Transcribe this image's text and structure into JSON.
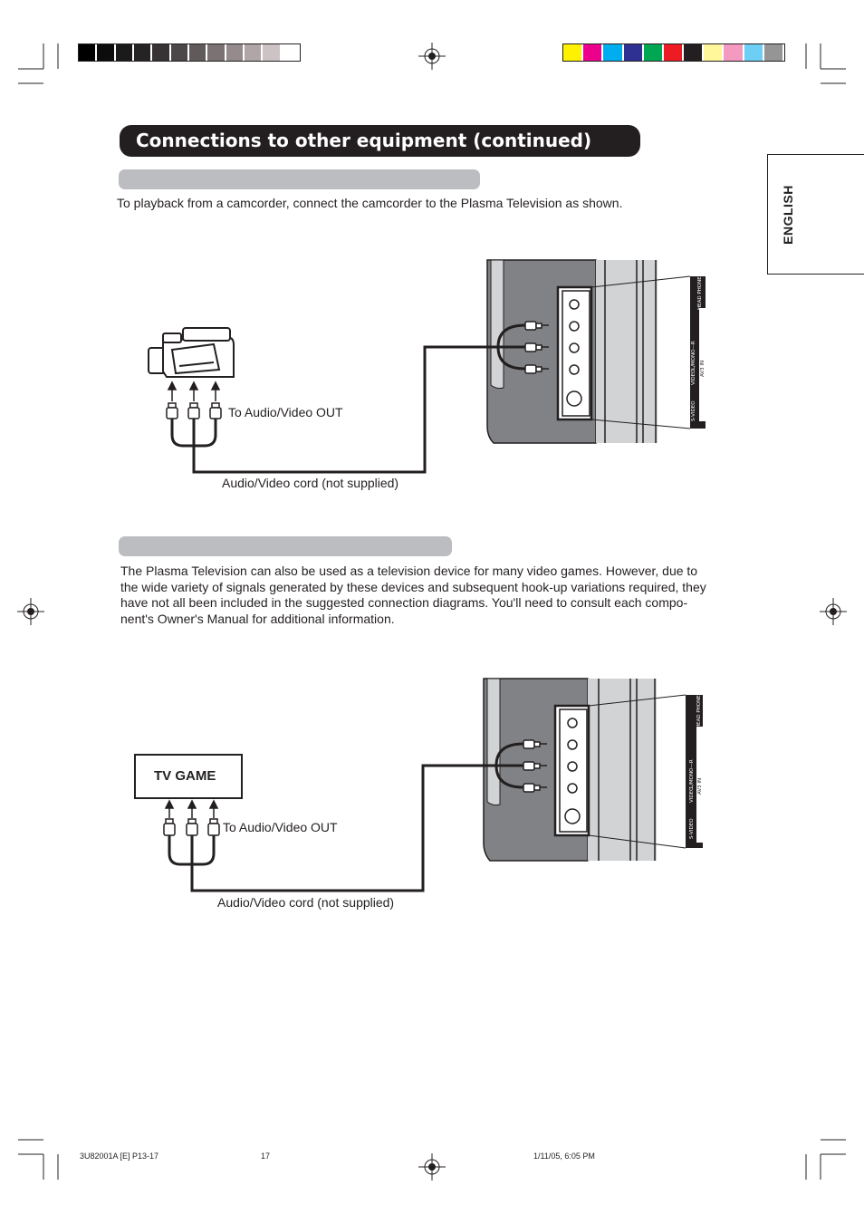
{
  "title": "Connections to other equipment (continued)",
  "side_tab": {
    "label": "ENGLISH"
  },
  "section1": {
    "intro": "To playback from a camcorder, connect the camcorder to the Plasma Television as shown.",
    "out_label": "To Audio/Video OUT",
    "cord_label": "Audio/Video cord (not supplied)"
  },
  "section2": {
    "body_lines": [
      "The Plasma Television can also be used as a television device for many video games. However, due to",
      "the wide variety of signals generated by these devices and subsequent hook-up variations required, they",
      "have not all been included in the suggested connection diagrams. You'll need to consult each compo-",
      "nent's Owner's Manual for additional information."
    ],
    "device_label": "TV GAME",
    "out_label": "To Audio/Video OUT",
    "cord_label": "Audio/Video cord (not supplied)"
  },
  "panel_labels": {
    "headphone": "HEAD PHONE",
    "audio": "L/MONO—R",
    "video": "VIDEO",
    "av": "AV3 IN",
    "svideo": "S-VIDEO"
  },
  "footer": {
    "doc_code": "3U82001A [E] P13-17",
    "page_number": "17",
    "timestamp": "1/11/05, 6:05 PM"
  },
  "colors": {
    "gray_bar": [
      "#000000",
      "#0c0c0c",
      "#1a1a1a",
      "#262324",
      "#373334",
      "#4b4647",
      "#615a5b",
      "#7a7273",
      "#958b8c",
      "#b0a6a7",
      "#cdc3c4",
      "#ffffff"
    ],
    "color_bar": [
      "#fff200",
      "#ec008c",
      "#00aeef",
      "#2e3192",
      "#00a651",
      "#ed1c24",
      "#231f20",
      "#fff799",
      "#f49ac1",
      "#6dcff6",
      "#959595"
    ],
    "section_bar": "#bcbdc0",
    "title_bg": "#231f20"
  }
}
